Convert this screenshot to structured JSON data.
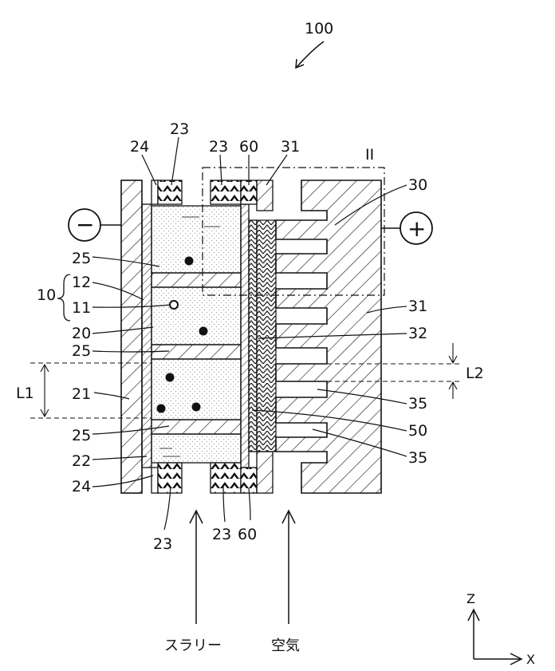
{
  "figure": {
    "ref_main": "100",
    "ref_detail": "II",
    "minus_symbol": "−",
    "plus_symbol": "+",
    "dimension_L1": "L1",
    "dimension_L2": "L2",
    "inlet_slurry": "スラリー",
    "inlet_air": "空気",
    "axis_z": "Z",
    "axis_x": "X",
    "left_labels": {
      "l25a": "25",
      "l12": "12",
      "l10": "10",
      "l11": "11",
      "l20": "20",
      "l25b": "25",
      "l21": "21",
      "l25c": "25",
      "l22": "22",
      "l24b": "24"
    },
    "top_labels": {
      "l24": "24",
      "l23a": "23",
      "l23b": "23",
      "l60": "60",
      "l31": "31"
    },
    "right_labels": {
      "l30": "30",
      "l31": "31",
      "l32": "32",
      "l35a": "35",
      "l50": "50",
      "l35b": "35"
    },
    "bottom_labels": {
      "l23c": "23",
      "l23d": "23",
      "l60b": "60"
    }
  }
}
